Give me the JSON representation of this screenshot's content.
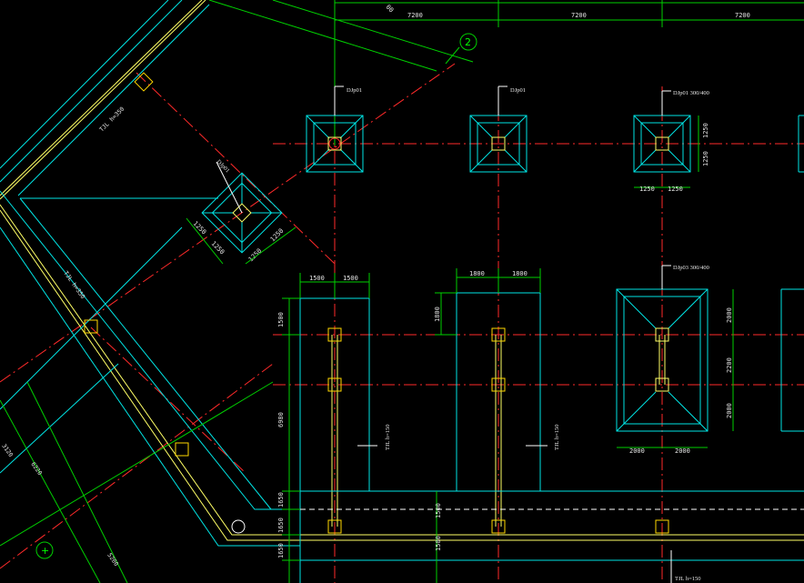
{
  "drawing": {
    "top_spans": [
      "7200",
      "7200",
      "7200"
    ],
    "top_left_partial": "00",
    "axis_bubbles": [
      {
        "id": "axis-2",
        "text": "2"
      },
      {
        "id": "axis-cross",
        "text": "+"
      }
    ],
    "footing_labels": {
      "f1": "DJp01",
      "f2": "DJp01",
      "f3": "DJp01 300/400",
      "f4": "DJp01",
      "f5": "DJp03 300/400"
    },
    "footing_dims": {
      "f3_side_top": "1250",
      "f3_side_bottom": "1250",
      "f3_bottom_left": "1250",
      "f3_bottom_right": "1250",
      "f4_a": "1250",
      "f4_b": "1250",
      "f4_c": "1250",
      "f4_d": "1250"
    },
    "block_dims": {
      "b1_top_left": "1500",
      "b1_top_right": "1500",
      "b2_top_left": "1800",
      "b2_top_right": "1800",
      "b2_side": "1800",
      "b3_side_top": "2000",
      "b3_side_mid": "2200",
      "b3_side_bot": "2000",
      "b3_bottom_left": "2000",
      "b3_bottom_right": "2000"
    },
    "left_dims": {
      "d1": "1500",
      "d2": "6980",
      "d3": "1650",
      "d4": "1650",
      "d5": "1650"
    },
    "lower_dims": {
      "a": "1500",
      "b": "1500"
    },
    "beam_labels": {
      "beam1": "TJL h=150",
      "beam2": "TJL h=150",
      "beam3": "TJL h=150",
      "diag1": "TJL h=350",
      "diag2": "TJL h=350"
    },
    "diag_dims": {
      "a": "6220",
      "b": "3120",
      "c": "5200"
    }
  }
}
